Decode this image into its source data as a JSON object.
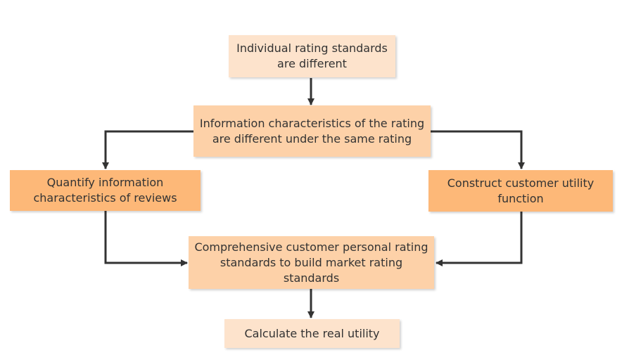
{
  "colors": {
    "pale": "#fde3cc",
    "light": "#fdd1a8",
    "medium": "#fdb878",
    "arrow": "#333333",
    "text": "#333333"
  },
  "nodes": {
    "individual_standards": {
      "text": "Individual rating standards are different",
      "fill": "pale"
    },
    "information_characteristics": {
      "text": "Information characteristics of the rating are different under the same rating",
      "fill": "light"
    },
    "quantify": {
      "text": "Quantify  information characteristics of reviews",
      "fill": "medium"
    },
    "utility_function": {
      "text": "Construct customer utility function",
      "fill": "medium"
    },
    "comprehensive": {
      "text": "Comprehensive customer personal rating standards to build market rating standards",
      "fill": "light"
    },
    "real_utility": {
      "text": "Calculate the real utility",
      "fill": "pale"
    }
  },
  "edges": [
    {
      "from": "individual_standards",
      "to": "information_characteristics"
    },
    {
      "from": "information_characteristics",
      "to": "quantify"
    },
    {
      "from": "information_characteristics",
      "to": "utility_function"
    },
    {
      "from": "quantify",
      "to": "comprehensive"
    },
    {
      "from": "utility_function",
      "to": "comprehensive"
    },
    {
      "from": "comprehensive",
      "to": "real_utility"
    }
  ]
}
